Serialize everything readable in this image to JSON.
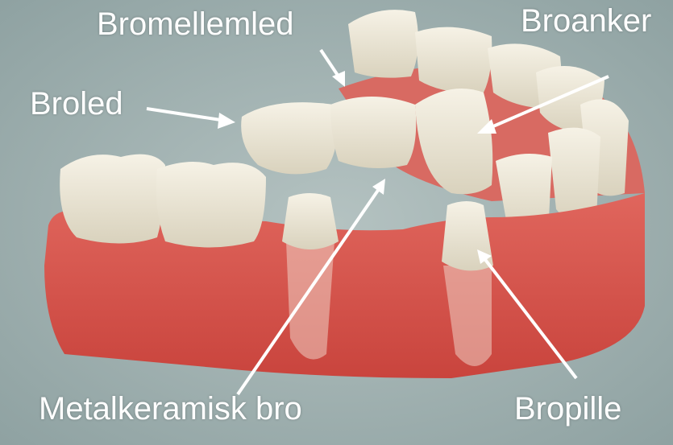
{
  "labels": {
    "pontic": "Bromellemled",
    "abutment_crown": "Broanker",
    "joint": "Broled",
    "bridge_type": "Metalkeramisk bro",
    "abutment_tooth": "Bropille"
  },
  "colors": {
    "background": "#9fb0b0",
    "gum": "#d9544c",
    "tooth": "#ece6d6",
    "label": "#ffffff"
  }
}
